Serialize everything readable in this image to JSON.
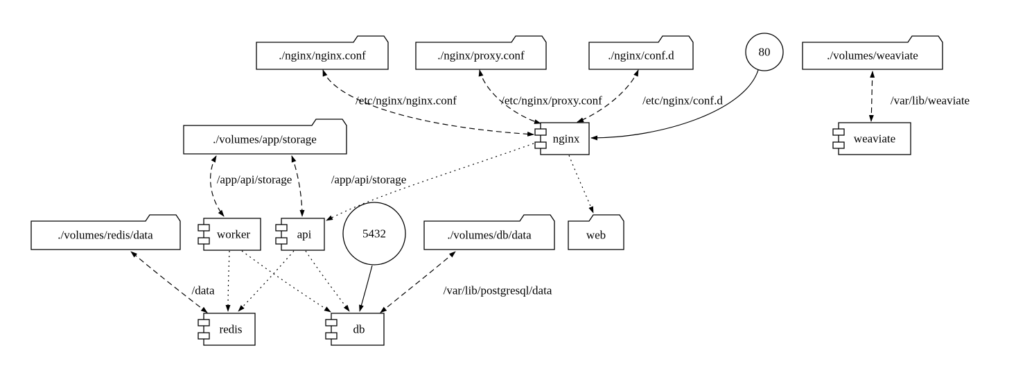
{
  "diagram": {
    "kind": "docker-compose-graph",
    "colors": {
      "background": "#ffffff",
      "stroke": "#000000",
      "node_fill": "#ffffff"
    },
    "nodes": [
      {
        "id": "nginx-conf-file",
        "label": "./nginx/nginx.conf",
        "shape": "folder"
      },
      {
        "id": "proxy-conf-file",
        "label": "./nginx/proxy.conf",
        "shape": "folder"
      },
      {
        "id": "conf-d-dir",
        "label": "./nginx/conf.d",
        "shape": "folder"
      },
      {
        "id": "port-80",
        "label": "80",
        "shape": "circle"
      },
      {
        "id": "volumes-weaviate",
        "label": "./volumes/weaviate",
        "shape": "folder"
      },
      {
        "id": "volumes-app-storage",
        "label": "./volumes/app/storage",
        "shape": "folder"
      },
      {
        "id": "nginx",
        "label": "nginx",
        "shape": "component"
      },
      {
        "id": "weaviate",
        "label": "weaviate",
        "shape": "component"
      },
      {
        "id": "volumes-redis-data",
        "label": "./volumes/redis/data",
        "shape": "folder"
      },
      {
        "id": "worker",
        "label": "worker",
        "shape": "component"
      },
      {
        "id": "api",
        "label": "api",
        "shape": "component"
      },
      {
        "id": "port-5432",
        "label": "5432",
        "shape": "circle"
      },
      {
        "id": "volumes-db-data",
        "label": "./volumes/db/data",
        "shape": "folder"
      },
      {
        "id": "web",
        "label": "web",
        "shape": "folder"
      },
      {
        "id": "redis",
        "label": "redis",
        "shape": "component"
      },
      {
        "id": "db",
        "label": "db",
        "shape": "component"
      }
    ],
    "edges": [
      {
        "from": "nginx",
        "to": "./nginx/nginx.conf",
        "style": "dashed-both",
        "label": "/etc/nginx/nginx.conf"
      },
      {
        "from": "nginx",
        "to": "./nginx/proxy.conf",
        "style": "dashed-both",
        "label": "/etc/nginx/proxy.conf"
      },
      {
        "from": "nginx",
        "to": "./nginx/conf.d",
        "style": "dashed-both",
        "label": "/etc/nginx/conf.d"
      },
      {
        "from": "80",
        "to": "nginx",
        "style": "solid",
        "label": ""
      },
      {
        "from": "weaviate",
        "to": "./volumes/weaviate",
        "style": "dashed-both",
        "label": "/var/lib/weaviate"
      },
      {
        "from": "worker",
        "to": "./volumes/app/storage",
        "style": "dashed-both",
        "label": "/app/api/storage"
      },
      {
        "from": "api",
        "to": "./volumes/app/storage",
        "style": "dashed-both",
        "label": "/app/api/storage"
      },
      {
        "from": "nginx",
        "to": "api",
        "style": "dotted",
        "label": ""
      },
      {
        "from": "nginx",
        "to": "web",
        "style": "dotted",
        "label": ""
      },
      {
        "from": "worker",
        "to": "redis",
        "style": "dotted",
        "label": ""
      },
      {
        "from": "worker",
        "to": "db",
        "style": "dotted",
        "label": ""
      },
      {
        "from": "api",
        "to": "redis",
        "style": "dotted",
        "label": ""
      },
      {
        "from": "api",
        "to": "db",
        "style": "dotted",
        "label": ""
      },
      {
        "from": "redis",
        "to": "./volumes/redis/data",
        "style": "dashed-both",
        "label": "/data"
      },
      {
        "from": "db",
        "to": "./volumes/db/data",
        "style": "dashed-both",
        "label": "/var/lib/postgresql/data"
      },
      {
        "from": "5432",
        "to": "db",
        "style": "solid",
        "label": ""
      }
    ]
  }
}
